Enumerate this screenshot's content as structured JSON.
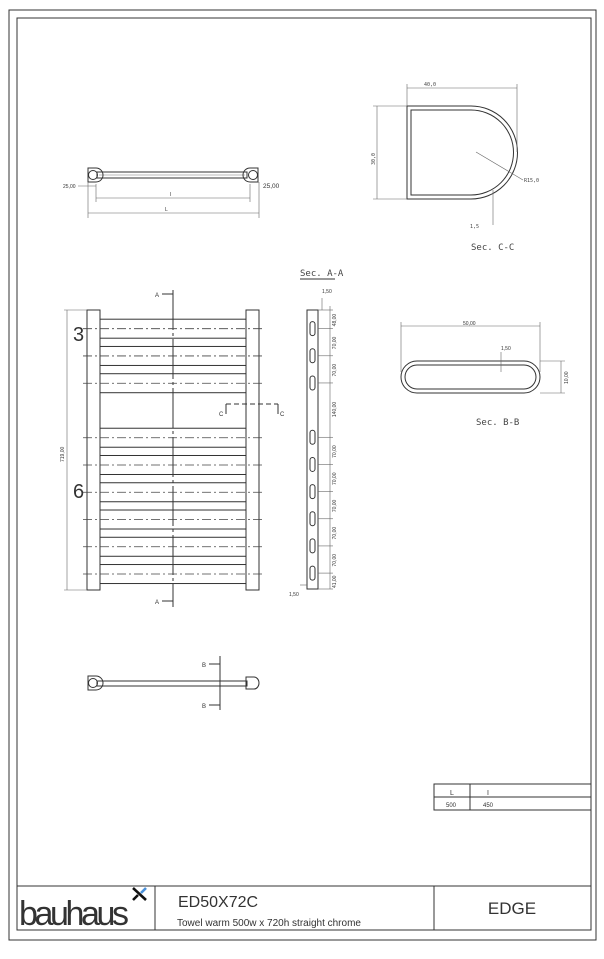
{
  "drawing": {
    "plan_top": {
      "dim_left": "25,00",
      "dim_right": "25,00",
      "dim_inner": "I",
      "dim_overall": "L"
    },
    "elevation": {
      "height_dim": "719,00",
      "upper_rail_count": "3",
      "lower_rail_count": "6",
      "section_a": "A",
      "section_c": "C",
      "rail_centers_mm": [
        48,
        118,
        188,
        328,
        398,
        468,
        538,
        608,
        678
      ]
    },
    "section_aa": {
      "title": "Sec. A-A",
      "wall_top": "1,50",
      "wall_bottom": "1,50",
      "spacings": [
        "48,00",
        "70,00",
        "70,00",
        "140,00",
        "70,00",
        "70,00",
        "70,00",
        "70,00",
        "70,00",
        "41,00"
      ]
    },
    "section_cc": {
      "title": "Sec. C-C",
      "width": "40,0",
      "height": "30,0",
      "radius": "R15,0",
      "wall": "1,5"
    },
    "section_bb": {
      "title": "Sec. B-B",
      "width": "50,00",
      "wall": "1,50",
      "height": "10,00"
    },
    "plan_bottom": {
      "section_b": "B"
    }
  },
  "size_table": {
    "headers": [
      "L",
      "I"
    ],
    "values": [
      "500",
      "450"
    ]
  },
  "title_block": {
    "logo": "bauhaus",
    "logo_accent_color": "#4a90d9",
    "product_code": "ED50X72C",
    "description": "Towel warm 500w x 720h straight chrome",
    "range": "EDGE"
  }
}
